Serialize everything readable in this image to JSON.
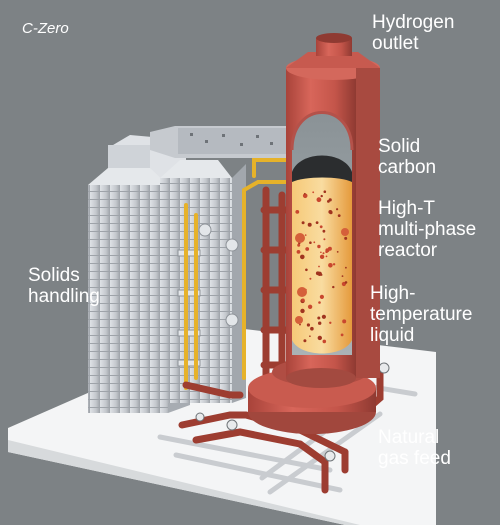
{
  "brand": "C-Zero",
  "labels": {
    "hydrogen_outlet": "Hydrogen\noutlet",
    "solid_carbon": "Solid\ncarbon",
    "reactor": "High-T\nmulti-phase\nreactor",
    "liquid": "High-\ntemperature\nliquid",
    "solids_handling": "Solids\nhandling",
    "gas_feed": "Natural\ngas feed"
  },
  "colors": {
    "background": "#7d8285",
    "floor": "#f4f5f6",
    "reactor_shell": "#c8564a",
    "molten_liquid": "#f3a94c",
    "solids_unit": "#c9cdd2",
    "pipes": "#9d3d31",
    "gas_lines": "#e6b22a"
  }
}
